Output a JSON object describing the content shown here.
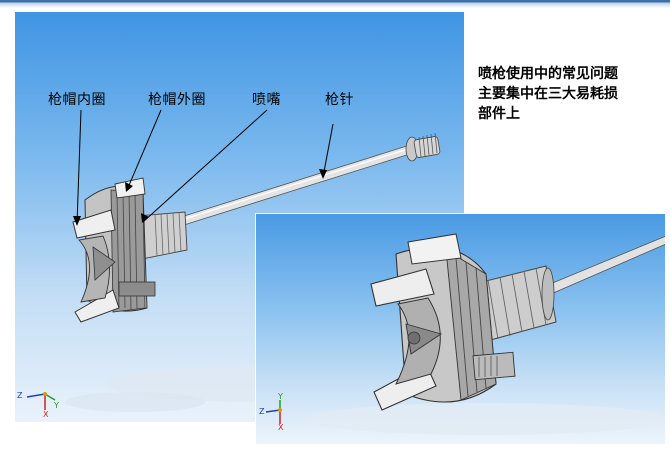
{
  "labels": {
    "inner_ring": "枪帽内圈",
    "outer_ring": "枪帽外圈",
    "nozzle": "喷嘴",
    "needle": "枪针"
  },
  "note": {
    "lines": [
      "喷枪使用中的常见问题",
      "主要集中在三大易耗损",
      "部件上"
    ]
  },
  "axis": {
    "x": "X",
    "y": "Y",
    "z": "Z"
  },
  "colors": {
    "sky_top": "#3f95e3",
    "sky_bottom": "#e9f2fb",
    "metal": "#d8d8d8",
    "metal_dark": "#7a7a7a"
  }
}
